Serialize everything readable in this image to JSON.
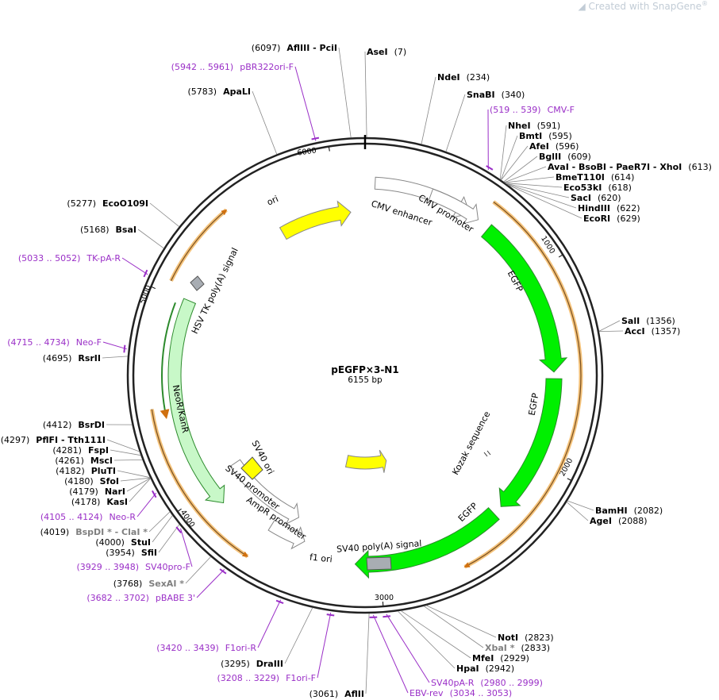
{
  "watermark": {
    "prefix": "Created with",
    "brand": "SnapGene",
    "mark": "®"
  },
  "plasmid": {
    "name": "pEGFP×3-N1",
    "size_label": "6155 bp",
    "length": 6155
  },
  "ticks": [
    "1000",
    "2000",
    "3000",
    "4000",
    "5000",
    "6000"
  ],
  "sites": [
    {
      "name": "AseI",
      "pos": "(7)",
      "bp": 7
    },
    {
      "name": "NdeI",
      "pos": "(234)",
      "bp": 234
    },
    {
      "name": "SnaBI",
      "pos": "(340)",
      "bp": 340
    },
    {
      "name": "NheI",
      "pos": "(591)",
      "bp": 591
    },
    {
      "name": "BmtI",
      "pos": "(595)",
      "bp": 595
    },
    {
      "name": "AfeI",
      "pos": "(596)",
      "bp": 596
    },
    {
      "name": "BglII",
      "pos": "(609)",
      "bp": 609
    },
    {
      "name": "AvaI  - BsoBI  - PaeR7I  - XhoI",
      "pos": "(613)",
      "bp": 613
    },
    {
      "name": "BmeT110I",
      "pos": "(614)",
      "bp": 614
    },
    {
      "name": "Eco53kI",
      "pos": "(618)",
      "bp": 618
    },
    {
      "name": "SacI",
      "pos": "(620)",
      "bp": 620
    },
    {
      "name": "HindIII",
      "pos": "(622)",
      "bp": 622
    },
    {
      "name": "EcoRI",
      "pos": "(629)",
      "bp": 629
    },
    {
      "name": "SalI",
      "pos": "(1356)",
      "bp": 1356
    },
    {
      "name": "AccI",
      "pos": "(1357)",
      "bp": 1357
    },
    {
      "name": "BamHI",
      "pos": "(2082)",
      "bp": 2082
    },
    {
      "name": "AgeI",
      "pos": "(2088)",
      "bp": 2088
    },
    {
      "name": "NotI",
      "pos": "(2823)",
      "bp": 2823
    },
    {
      "name": "XbaI *",
      "pos": "(2833)",
      "bp": 2833,
      "gray": true
    },
    {
      "name": "MfeI",
      "pos": "(2929)",
      "bp": 2929
    },
    {
      "name": "HpaI",
      "pos": "(2942)",
      "bp": 2942
    },
    {
      "name": "AflII",
      "pos": "(3061)",
      "bp": 3061,
      "pos_first": true
    },
    {
      "name": "DraIII",
      "pos": "(3295)",
      "bp": 3295,
      "pos_first": true
    },
    {
      "name": "SexAI *",
      "pos": "(3768)",
      "bp": 3768,
      "pos_first": true,
      "gray": true
    },
    {
      "name": "SfiI",
      "pos": "(3954)",
      "bp": 3954,
      "pos_first": true
    },
    {
      "name": "StuI",
      "pos": "(4000)",
      "bp": 4000,
      "pos_first": true
    },
    {
      "name": "BspDI * - ClaI *",
      "pos": "(4019)",
      "bp": 4019,
      "pos_first": true,
      "gray": true
    },
    {
      "name": "KasI",
      "pos": "(4178)",
      "bp": 4178,
      "pos_first": true
    },
    {
      "name": "NarI",
      "pos": "(4179)",
      "bp": 4179,
      "pos_first": true
    },
    {
      "name": "SfoI",
      "pos": "(4180)",
      "bp": 4180,
      "pos_first": true
    },
    {
      "name": "PluTI",
      "pos": "(4182)",
      "bp": 4182,
      "pos_first": true
    },
    {
      "name": "MscI",
      "pos": "(4261)",
      "bp": 4261,
      "pos_first": true
    },
    {
      "name": "FspI",
      "pos": "(4281)",
      "bp": 4281,
      "pos_first": true
    },
    {
      "name": "PflFI  - Tth111I",
      "pos": "(4297)",
      "bp": 4297,
      "pos_first": true
    },
    {
      "name": "BsrDI",
      "pos": "(4412)",
      "bp": 4412,
      "pos_first": true
    },
    {
      "name": "RsrII",
      "pos": "(4695)",
      "bp": 4695,
      "pos_first": true
    },
    {
      "name": "BsaI",
      "pos": "(5168)",
      "bp": 5168,
      "pos_first": true
    },
    {
      "name": "EcoO109I",
      "pos": "(5277)",
      "bp": 5277,
      "pos_first": true
    },
    {
      "name": "ApaLI",
      "pos": "(5783)",
      "bp": 5783,
      "pos_first": true
    },
    {
      "name": "AflIII  - PciI",
      "pos": "(6097)",
      "bp": 6097,
      "pos_first": true
    }
  ],
  "primers": [
    {
      "name": "pBR322ori-F",
      "range": "(5942 .. 5961)",
      "bp": 5952
    },
    {
      "name": "CMV-F",
      "range": "(519 .. 539)",
      "bp": 529
    },
    {
      "name": "SV40pA-R",
      "range": "(2980 .. 2999)",
      "bp": 2990
    },
    {
      "name": "EBV-rev",
      "range": "(3034 .. 3053)",
      "bp": 3044
    },
    {
      "name": "F1ori-F",
      "range": "(3208 .. 3229)",
      "bp": 3218
    },
    {
      "name": "F1ori-R",
      "range": "(3420 .. 3439)",
      "bp": 3430
    },
    {
      "name": "pBABE 3'",
      "range": "(3682 .. 3702)",
      "bp": 3692
    },
    {
      "name": "SV40pro-F",
      "range": "(3929 .. 3948)",
      "bp": 3938
    },
    {
      "name": "Neo-R",
      "range": "(4105 .. 4124)",
      "bp": 4114
    },
    {
      "name": "Neo-F",
      "range": "(4715 .. 4734)",
      "bp": 4724
    },
    {
      "name": "TK-pA-R",
      "range": "(5033 .. 5052)",
      "bp": 5042
    }
  ],
  "features": [
    {
      "name": "CMV enhancer",
      "color": "#ffffff",
      "stroke": "#888888"
    },
    {
      "name": "CMV promoter",
      "color": "#ffffff",
      "stroke": "#888888"
    },
    {
      "name": "EGFP",
      "color": "#00f000",
      "stroke": "#2c8a2c"
    },
    {
      "name": "EGFP",
      "color": "#00f000",
      "stroke": "#2c8a2c"
    },
    {
      "name": "EGFP",
      "color": "#00f000",
      "stroke": "#2c8a2c"
    },
    {
      "name": "Kozak sequence",
      "color": "#ffffff",
      "stroke": "#555555"
    },
    {
      "name": "SV40 poly(A) signal",
      "color": "#a8adb3",
      "stroke": "#555555"
    },
    {
      "name": "f1 ori",
      "color": "#ffff00",
      "stroke": "#888888"
    },
    {
      "name": "AmpR promoter",
      "color": "#ffffff",
      "stroke": "#888888"
    },
    {
      "name": "SV40 promoter",
      "color": "#ffffff",
      "stroke": "#888888"
    },
    {
      "name": "SV40 ori",
      "color": "#ffff00",
      "stroke": "#555555"
    },
    {
      "name": "NeoR/KanR",
      "color": "#c8f8c8",
      "stroke": "#2c8a2c"
    },
    {
      "name": "HSV TK poly(A) signal",
      "color": "#a8adb3",
      "stroke": "#555555"
    },
    {
      "name": "ori",
      "color": "#ffff00",
      "stroke": "#888888"
    }
  ],
  "colors": {
    "primer": "#9a2fc7",
    "orf": "#f0b060",
    "backbone": "#222222"
  }
}
